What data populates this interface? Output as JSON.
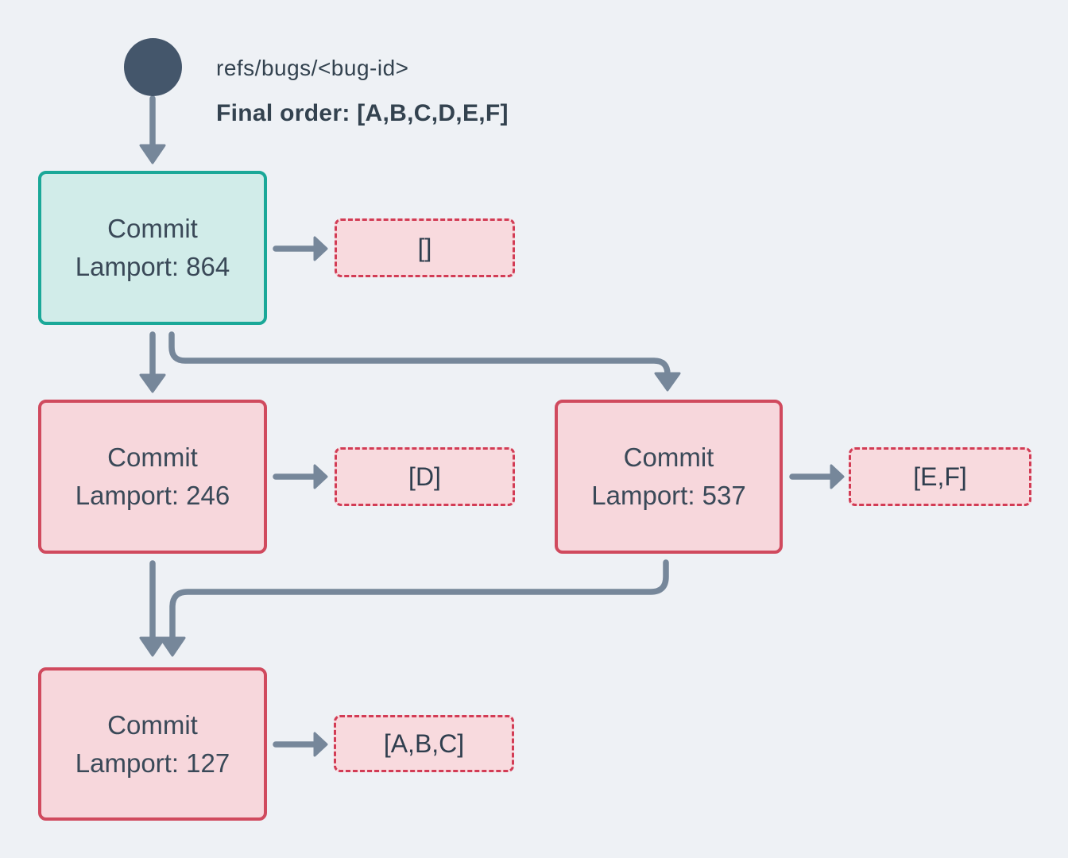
{
  "header": {
    "ref_label": "refs/bugs/<bug-id>",
    "final_order_label": "Final order: [A,B,C,D,E,F]"
  },
  "nodes": {
    "commit_864": {
      "line1": "Commit",
      "line2": "Lamport: 864"
    },
    "commit_246": {
      "line1": "Commit",
      "line2": "Lamport: 246"
    },
    "commit_537": {
      "line1": "Commit",
      "line2": "Lamport: 537"
    },
    "commit_127": {
      "line1": "Commit",
      "line2": "Lamport: 127"
    }
  },
  "payloads": {
    "empty": "[]",
    "d": "[D]",
    "ef": "[E,F]",
    "abc": "[A,B,C]"
  },
  "colors": {
    "background": "#eef1f5",
    "ref_dot": "#44566b",
    "heading_text": "#33424f",
    "node_text": "#3a4958",
    "teal_border": "#1aa898",
    "teal_fill": "#d1ece9",
    "red_border": "#d04a5e",
    "red_fill": "#f7d7dc",
    "dashed_border": "#d23c55",
    "dashed_fill": "#f8dade",
    "arrow": "#76879a"
  }
}
